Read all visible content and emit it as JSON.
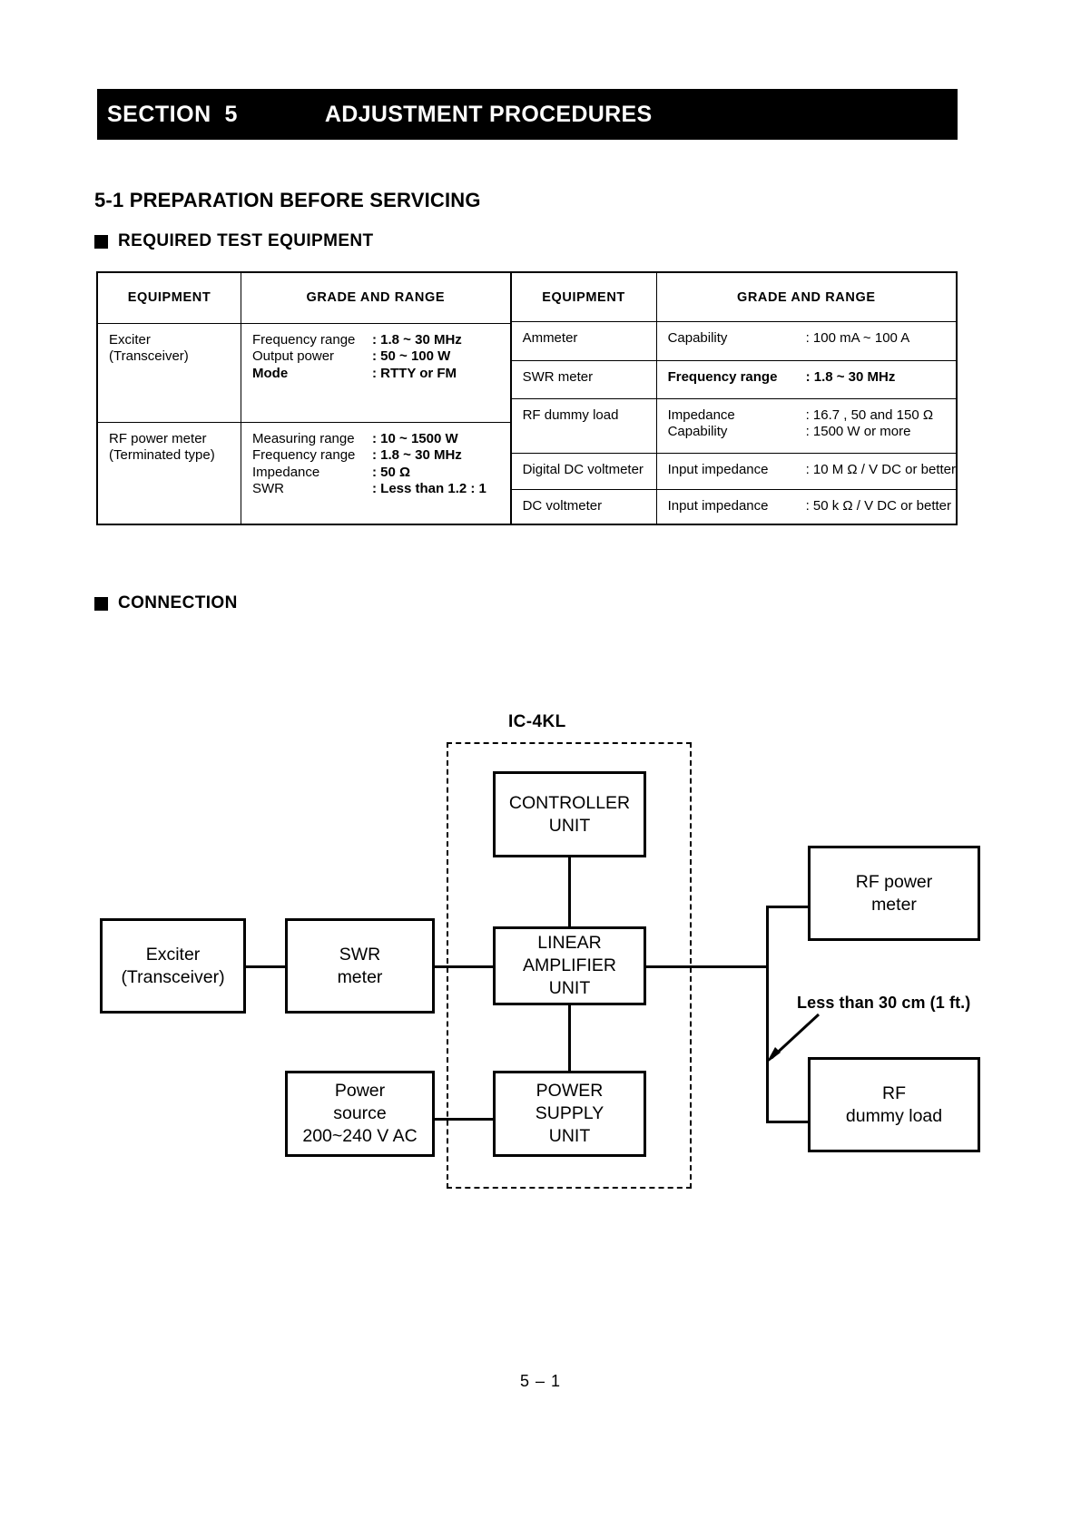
{
  "banner": {
    "section": "SECTION  5",
    "title": "ADJUSTMENT PROCEDURES"
  },
  "headings": {
    "subsection": "5-1 PREPARATION BEFORE SERVICING",
    "required_test_equipment": "REQUIRED TEST EQUIPMENT",
    "connection": "CONNECTION"
  },
  "table": {
    "headers": {
      "equipment": "EQUIPMENT",
      "grade_and_range": "GRADE AND RANGE"
    },
    "left_rows": [
      {
        "equipment": [
          "Exciter",
          "(Transceiver)"
        ],
        "specs": [
          {
            "key": "Frequency range",
            "value": ": 1.8 ~ 30 MHz",
            "bold_value": true
          },
          {
            "key": "Output power",
            "value": ": 50 ~ 100 W",
            "bold_value": true
          },
          {
            "key": "Mode",
            "value": ": RTTY or FM",
            "bold_value": true
          }
        ]
      },
      {
        "equipment": [
          "RF power meter",
          "(Terminated type)"
        ],
        "specs": [
          {
            "key": "Measuring range",
            "value": ": 10 ~ 1500 W",
            "bold_value": true
          },
          {
            "key": "Frequency range",
            "value": ": 1.8 ~ 30 MHz",
            "bold_value": true
          },
          {
            "key": "Impedance",
            "value": ": 50 Ω",
            "bold_value": true
          },
          {
            "key": "SWR",
            "value": ": Less than 1.2  :  1",
            "bold_value": true
          }
        ]
      }
    ],
    "right_rows": [
      {
        "equipment": [
          "Ammeter"
        ],
        "specs": [
          {
            "key": "Capability",
            "value": ": 100 mA ~ 100 A",
            "bold_value": false
          }
        ]
      },
      {
        "equipment": [
          "SWR meter"
        ],
        "specs": [
          {
            "key": "Frequency range",
            "value": ": 1.8 ~ 30 MHz",
            "bold_value": true
          }
        ]
      },
      {
        "equipment": [
          "RF dummy load"
        ],
        "specs": [
          {
            "key": "Impedance",
            "value": ": 16.7 , 50 and 150 Ω",
            "bold_value": false
          },
          {
            "key": "Capability",
            "value": ": 1500 W or more",
            "bold_value": false
          }
        ]
      },
      {
        "equipment": [
          "Digital DC voltmeter"
        ],
        "specs": [
          {
            "key": "Input  impedance",
            "value": ": 10 M Ω / V DC or better",
            "bold_value": false
          }
        ]
      },
      {
        "equipment": [
          "DC voltmeter"
        ],
        "specs": [
          {
            "key": "Input impedance",
            "value": ": 50 k Ω / V DC or better",
            "bold_value": false
          }
        ]
      }
    ]
  },
  "diagram": {
    "unit_label": "IC-4KL",
    "boxes": {
      "exciter": "Exciter\n(Transceiver)",
      "swr_meter": "SWR\nmeter",
      "controller_unit": "CONTROLLER\nUNIT",
      "linear_amplifier_unit": "LINEAR\nAMPLIFIER\nUNIT",
      "power_supply_unit": "POWER\nSUPPLY\nUNIT",
      "power_source": "Power\nsource\n200~240 V AC",
      "rf_power_meter": "RF power\nmeter",
      "rf_dummy_load": "RF\ndummy  load"
    },
    "note": "Less than 30 cm (1 ft.)"
  },
  "footer": {
    "page": "5 – 1"
  }
}
